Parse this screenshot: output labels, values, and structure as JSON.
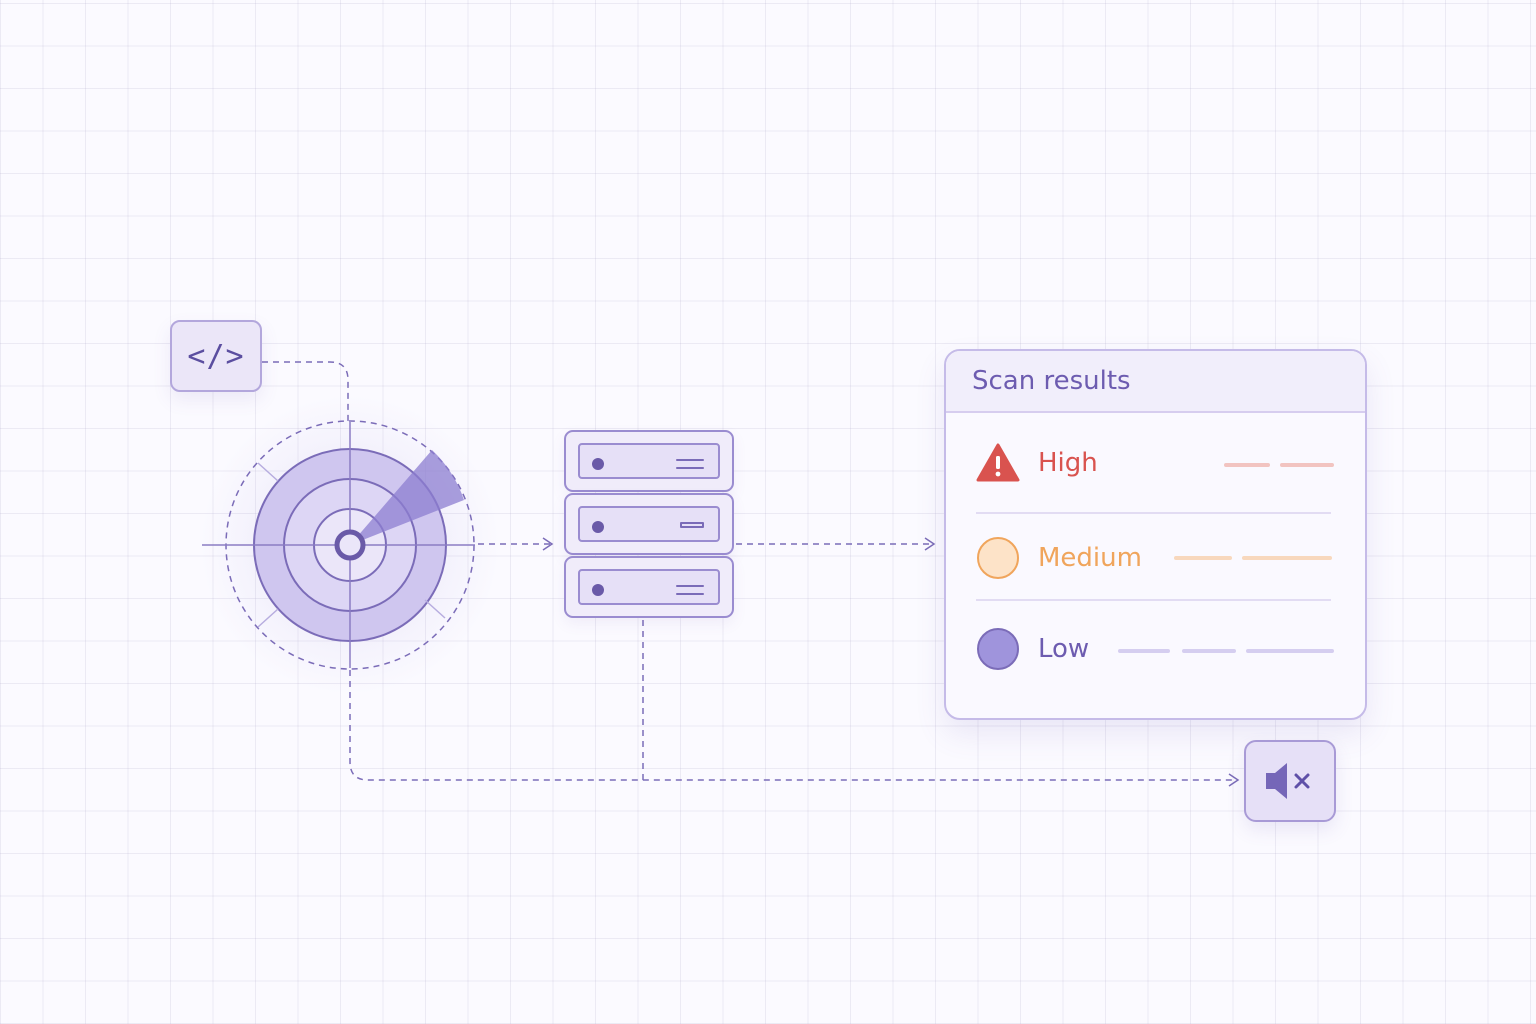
{
  "colors": {
    "accent": "#6d5cb0",
    "high": "#d9534f",
    "medium": "#f0a55c",
    "low": "#9f94dc"
  },
  "source": {
    "icon": "code-icon",
    "glyph": "</>"
  },
  "scanner": {
    "icon": "radar-icon"
  },
  "server": {
    "icon": "server-rack-icon",
    "units": 3
  },
  "results": {
    "title": "Scan results",
    "rows": [
      {
        "label": "High",
        "icon": "warning-triangle-icon",
        "color": "#d9534f"
      },
      {
        "label": "Medium",
        "icon": "orange-circle-icon",
        "color": "#f0a55c"
      },
      {
        "label": "Low",
        "icon": "purple-circle-icon",
        "color": "#9f94dc"
      }
    ]
  },
  "alert": {
    "icon": "mute-speaker-icon"
  }
}
